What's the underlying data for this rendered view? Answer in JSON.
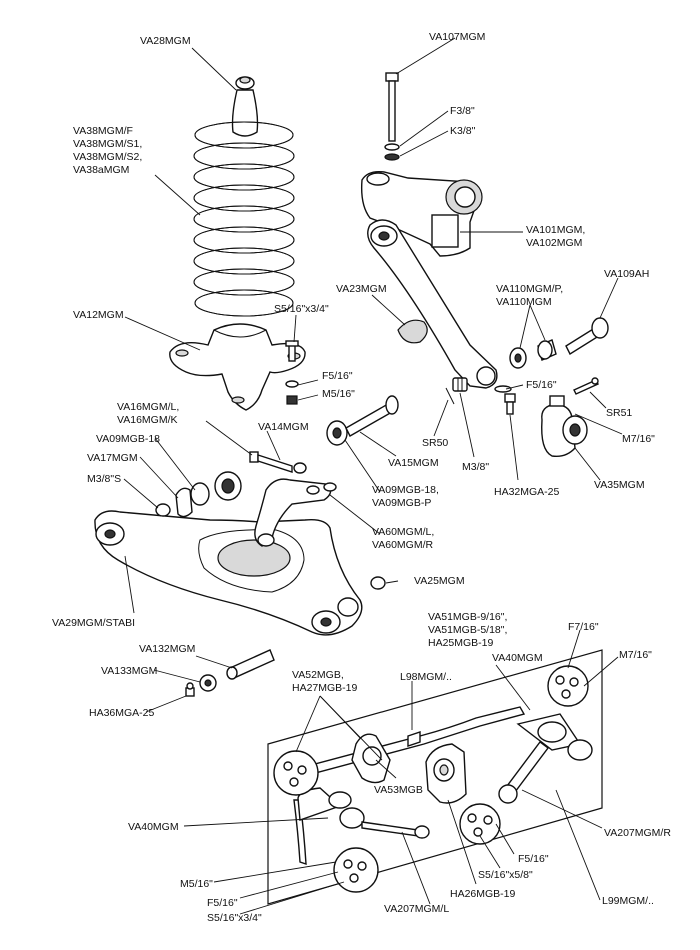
{
  "labels": {
    "va28": "VA28MGM",
    "va38_1": "VA38MGM/F",
    "va38_2": "VA38MGM/S1,",
    "va38_3": "VA38MGM/S2,",
    "va38_4": "VA38aMGM",
    "va12": "VA12MGM",
    "s5_3_4_top": "S5/16\"x3/4\"",
    "f5_top": "F5/16\"",
    "m5_top": "M5/16\"",
    "va16_1": "VA16MGM/L,",
    "va16_2": "VA16MGM/K",
    "va09_18_left": "VA09MGB-18",
    "va17": "VA17MGM",
    "m3_8s": "M3/8\"S",
    "va14": "VA14MGM",
    "va107": "VA107MGM",
    "f3_8": "F3/8\"",
    "k3_8": "K3/8\"",
    "va101_1": "VA101MGM,",
    "va101_2": "VA102MGM",
    "va23": "VA23MGM",
    "va110_1": "VA110MGM/P,",
    "va110_2": "VA110MGM",
    "va109": "VA109AH",
    "f5_mid": "F5/16\"",
    "sr51": "SR51",
    "m7_mid": "M7/16\"",
    "sr50": "SR50",
    "m3_8": "M3/8\"",
    "ha32": "HA32MGA-25",
    "va35": "VA35MGM",
    "va15": "VA15MGM",
    "va09_1": "VA09MGB-18,",
    "va09_2": "VA09MGB-P",
    "va60_1": "VA60MGM/L,",
    "va60_2": "VA60MGM/R",
    "va25": "VA25MGM",
    "va29": "VA29MGM/STABI",
    "va132": "VA132MGM",
    "va133": "VA133MGM",
    "ha36": "HA36MGA-25",
    "va51_1": "VA51MGB-9/16\",",
    "va51_2": "VA51MGB-5/18\",",
    "va51_3": "HA25MGB-19",
    "f7_16": "F7/16\"",
    "m7_16": "M7/16\"",
    "va40_top": "VA40MGM",
    "l98": "L98MGM/..",
    "va52_1": "VA52MGB,",
    "va52_2": "HA27MGB-19",
    "va53": "VA53MGB",
    "va40_left": "VA40MGM",
    "m5_bottom": "M5/16\"",
    "f5_bottom": "F5/16\"",
    "s5_3_4_bottom": "S5/16\"x3/4\"",
    "va207_l": "VA207MGM/L",
    "ha26": "HA26MGB-19",
    "s5_5_8": "S5/16\"x5/8\"",
    "f5_right": "F5/16\"",
    "va207_r": "VA207MGM/R",
    "l99": "L99MGM/.."
  }
}
